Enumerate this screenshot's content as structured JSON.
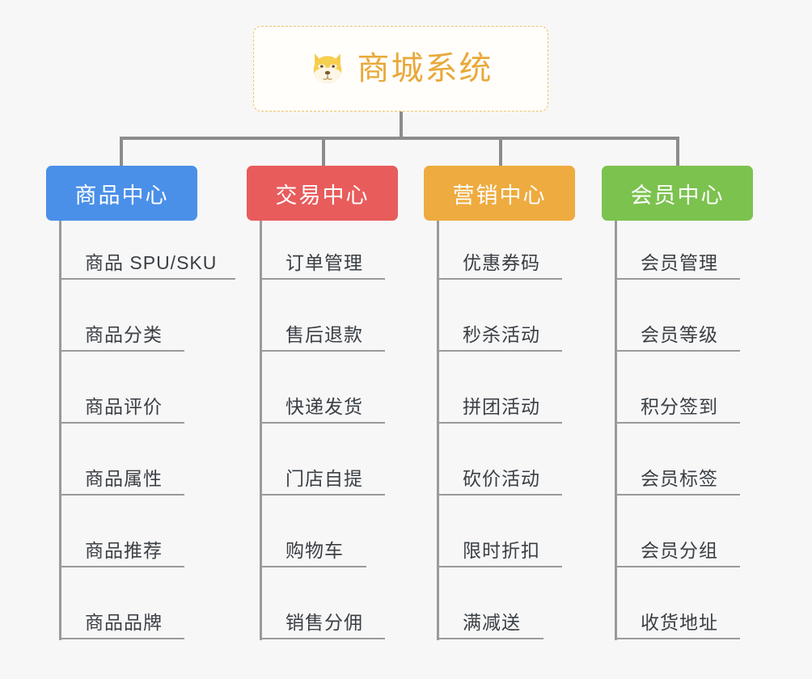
{
  "background_color": "#f7f7f7",
  "connector_color": "#8c8c8c",
  "root": {
    "title": "商城系统",
    "icon": "shiba-dog-face-icon",
    "border_color": "#f0c268",
    "title_color": "#e8a93a",
    "background_color": "#fffefb"
  },
  "columns": [
    {
      "id": "product-center",
      "label": "商品中心",
      "color": "#4a90e8",
      "items": [
        {
          "label": "商品 SPU/SKU"
        },
        {
          "label": "商品分类"
        },
        {
          "label": "商品评价"
        },
        {
          "label": "商品属性"
        },
        {
          "label": "商品推荐"
        },
        {
          "label": "商品品牌"
        }
      ]
    },
    {
      "id": "trade-center",
      "label": "交易中心",
      "color": "#e85c5c",
      "items": [
        {
          "label": "订单管理"
        },
        {
          "label": "售后退款"
        },
        {
          "label": "快递发货"
        },
        {
          "label": "门店自提"
        },
        {
          "label": "购物车"
        },
        {
          "label": "销售分佣"
        }
      ]
    },
    {
      "id": "marketing-center",
      "label": "营销中心",
      "color": "#eeab3f",
      "items": [
        {
          "label": "优惠券码"
        },
        {
          "label": "秒杀活动"
        },
        {
          "label": "拼团活动"
        },
        {
          "label": "砍价活动"
        },
        {
          "label": "限时折扣"
        },
        {
          "label": "满减送"
        }
      ]
    },
    {
      "id": "member-center",
      "label": "会员中心",
      "color": "#7cc24f",
      "items": [
        {
          "label": "会员管理"
        },
        {
          "label": "会员等级"
        },
        {
          "label": "积分签到"
        },
        {
          "label": "会员标签"
        },
        {
          "label": "会员分组"
        },
        {
          "label": "收货地址"
        }
      ]
    }
  ]
}
